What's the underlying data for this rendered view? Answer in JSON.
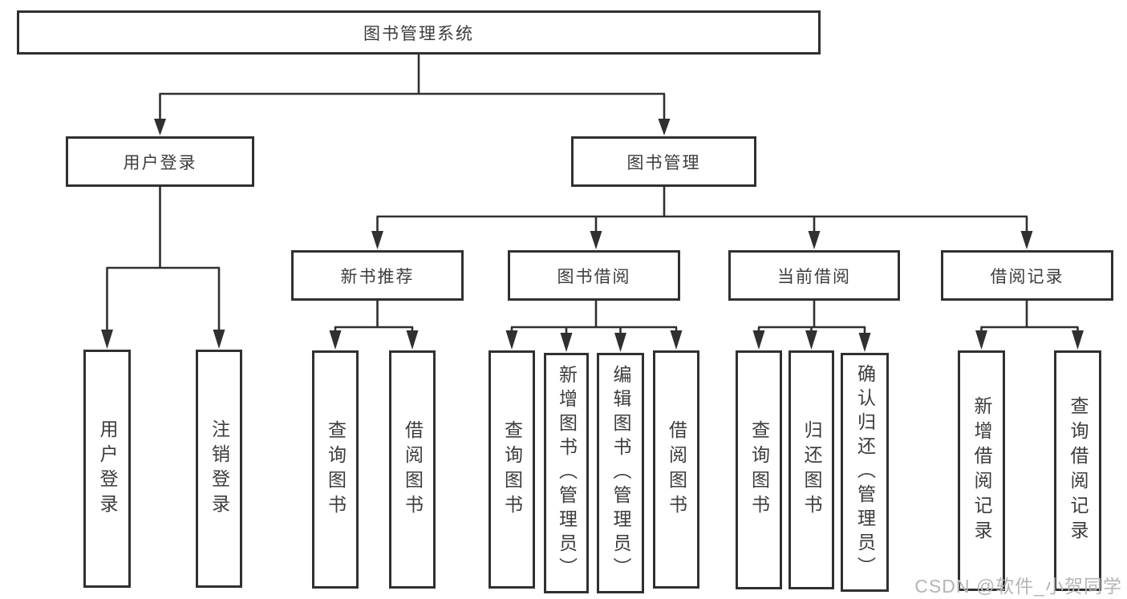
{
  "nodes": {
    "root": "图书管理系统",
    "user_login": "用户登录",
    "book_mgmt": "图书管理",
    "user_login_leaf": "用户登录",
    "logout_leaf": "注销登录",
    "new_book_rec": "新书推荐",
    "book_borrow": "图书借阅",
    "current_borrow": "当前借阅",
    "borrow_records": "借阅记录",
    "nbr_query_books": "查询图书",
    "nbr_borrow_books": "借阅图书",
    "bb_query_books": "查询图书",
    "bb_add_books": "新增图书（管理员）",
    "bb_edit_books": "编辑图书（管理员）",
    "bb_borrow_books": "借阅图书",
    "cb_query_books": "查询图书",
    "cb_return_books": "归还图书",
    "cb_confirm_return": "确认归还（管理员）",
    "br_add_record": "新增借阅记录",
    "br_query_record": "查询借阅记录"
  },
  "watermark": "CSDN @软件_小贺同学",
  "colors": {
    "line": "#303030",
    "box_border": "#303030",
    "text": "#3c3c3c",
    "watermark": "#b5b5b5",
    "background": "#ffffff"
  }
}
